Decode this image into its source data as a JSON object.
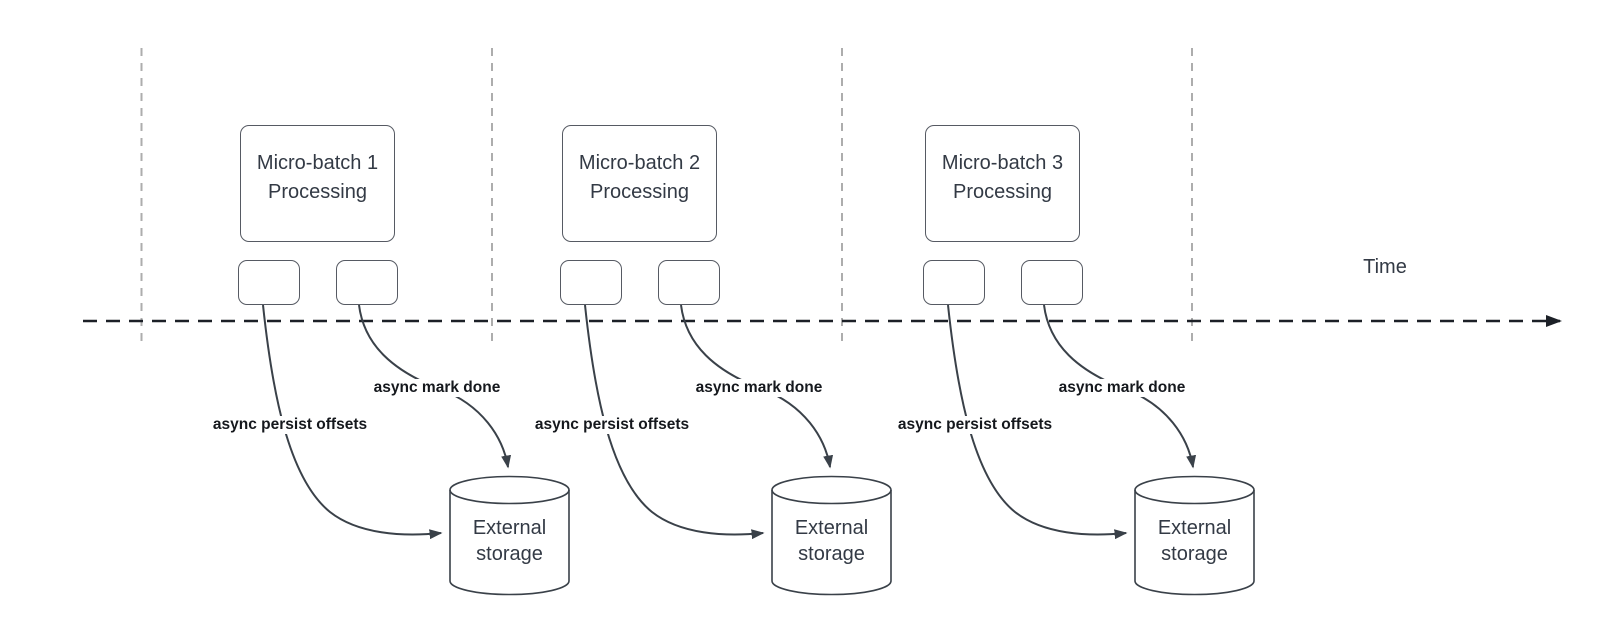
{
  "colors": {
    "stroke": "#3a4149",
    "box_border": "#565a63",
    "gridline": "#adadad",
    "timeline": "#1c2027",
    "text": "#333a45",
    "label_text": "#15181d"
  },
  "time_label": "Time",
  "groups": [
    {
      "processing_label": [
        "Micro-batch 1",
        "Processing"
      ],
      "persist_arrow_label": "async persist offsets",
      "mark_done_arrow_label": "async mark done",
      "storage_label": [
        "External",
        "storage"
      ]
    },
    {
      "processing_label": [
        "Micro-batch 2",
        "Processing"
      ],
      "persist_arrow_label": "async persist offsets",
      "mark_done_arrow_label": "async mark done",
      "storage_label": [
        "External",
        "storage"
      ]
    },
    {
      "processing_label": [
        "Micro-batch 3",
        "Processing"
      ],
      "persist_arrow_label": "async persist offsets",
      "mark_done_arrow_label": "async mark done",
      "storage_label": [
        "External",
        "storage"
      ]
    }
  ]
}
